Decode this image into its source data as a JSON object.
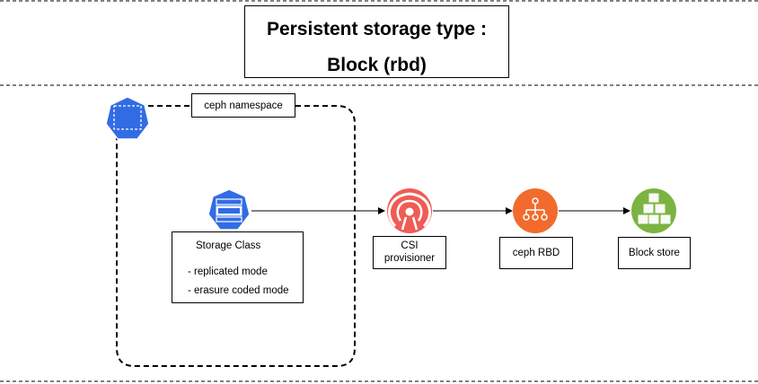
{
  "title": {
    "line1": "Persistent storage type :",
    "line2": "Block (rbd)"
  },
  "namespace": {
    "label": "ceph namespace"
  },
  "storage_class": {
    "title": "Storage Class",
    "modes": [
      "- replicated mode",
      "- erasure coded mode"
    ]
  },
  "nodes": {
    "csi": {
      "line1": "CSI",
      "line2": "provisioner"
    },
    "rbd": {
      "label": "ceph RBD"
    },
    "block": {
      "label": "Block store"
    }
  },
  "colors": {
    "kube_blue": "#326CE5",
    "ceph_red": "#EF5C55",
    "rbd_orange": "#F26B2C",
    "block_green": "#7CB342"
  },
  "icons": {
    "namespace": "kubernetes-namespace-icon",
    "storage_class": "kubernetes-storage-class-icon",
    "csi": "ceph-logo-icon",
    "rbd": "hierarchy-icon",
    "block": "cubes-icon"
  }
}
